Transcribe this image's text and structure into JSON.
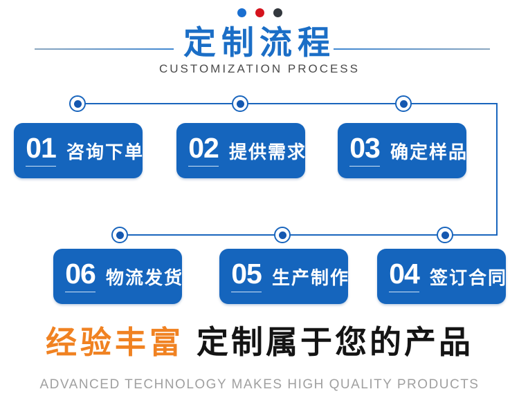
{
  "decor": {
    "dots": [
      {
        "name": "blue-dot",
        "color": "#1a6fd0"
      },
      {
        "name": "red-dot",
        "color": "#d5131d"
      },
      {
        "name": "dark-dot",
        "color": "#33383e"
      }
    ]
  },
  "header": {
    "title": "定制流程",
    "subtitle": "CUSTOMIZATION PROCESS"
  },
  "steps": [
    {
      "number": "01",
      "label": "咨询下单"
    },
    {
      "number": "02",
      "label": "提供需求"
    },
    {
      "number": "03",
      "label": "确定样品"
    },
    {
      "number": "04",
      "label": "签订合同"
    },
    {
      "number": "05",
      "label": "生产制作"
    },
    {
      "number": "06",
      "label": "物流发货"
    }
  ],
  "footer": {
    "highlight": "经验丰富",
    "headline": "定制属于您的产品",
    "tagline": "ADVANCED TECHNOLOGY MAKES HIGH QUALITY PRODUCTS"
  },
  "colors": {
    "title_blue": "#1b6ec6",
    "box_blue": "#1565bd",
    "connector_blue": "#1965bd",
    "highlight_orange": "#f08222",
    "headline_black": "#141414",
    "tagline_gray": "#a0a0a0",
    "dot_red": "#d5131d",
    "dot_dark": "#33383e"
  }
}
